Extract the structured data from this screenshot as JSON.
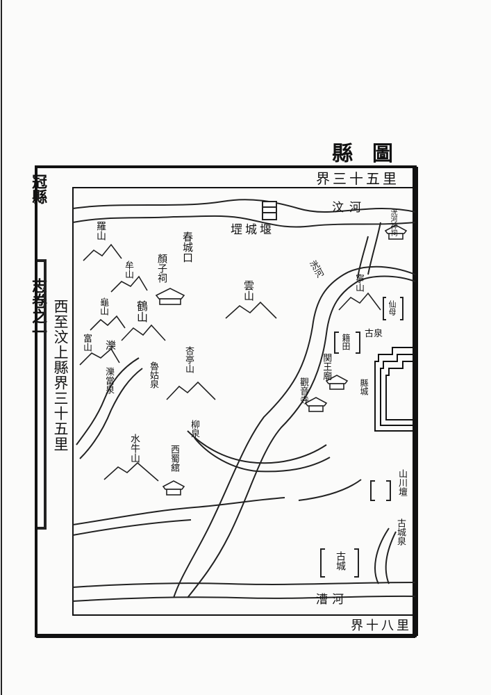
{
  "page": {
    "title": "縣圖",
    "left_margin_fragments": [
      "冠縣",
      "志卷之一"
    ]
  },
  "map": {
    "edges": {
      "north": "界三十五里",
      "west": "西至汶上縣界三十五里",
      "south": "界十八里"
    },
    "rivers": [
      "汶河",
      "洸河",
      "漕河"
    ],
    "labels": {
      "dam": "堽城堰",
      "chuncheng": "春城口",
      "luoshan": "羅山",
      "moushan": "牟山",
      "yanzi_temple": "顏子祠",
      "guishan": "龜山",
      "heshan": "鶴山",
      "yunshan": "雲山",
      "fushan": "富山",
      "luo_left": "濼",
      "luodang": "濼當泉",
      "luzhi": "魯姑泉",
      "xingtingshan": "杏亭山",
      "liuquan": "柳泉",
      "shuiniushan": "水牛山",
      "xishu": "西蜀舘",
      "ninshan": "寧山",
      "xianmu": "仙母",
      "gu_quan": "古泉",
      "jitian": "籍田",
      "guanwang": "関王廟",
      "guanyin": "觀音寺",
      "xiancheng": "縣城",
      "shanchuan": "山川壇",
      "gucheng_quan": "古城泉",
      "gucheng": "古城",
      "nw_shrine": "洸河神祠"
    }
  }
}
